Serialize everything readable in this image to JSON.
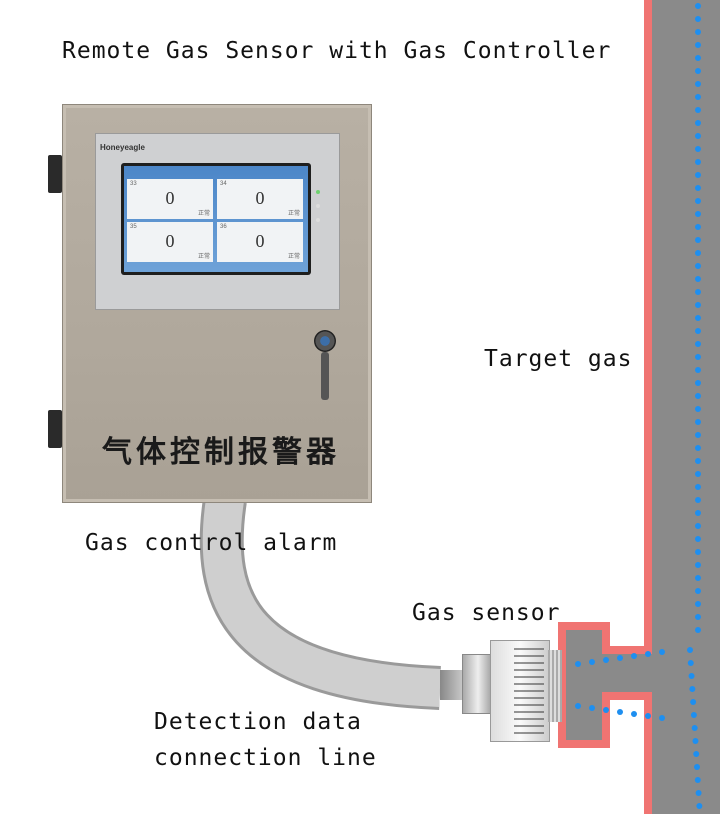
{
  "title": "Remote Gas Sensor with Gas Controller",
  "labels": {
    "target_gas": "Target gas",
    "gas_control_alarm": "Gas control alarm",
    "gas_sensor": "Gas sensor",
    "connection_line_1": "Detection data",
    "connection_line_2": "connection line"
  },
  "controller": {
    "brand": "Honeyeagle",
    "cabinet_text": "气体控制报警器",
    "readings": [
      {
        "tag": "33",
        "value": "0",
        "status": "正常"
      },
      {
        "tag": "34",
        "value": "0",
        "status": "正常"
      },
      {
        "tag": "35",
        "value": "0",
        "status": "正常"
      },
      {
        "tag": "36",
        "value": "0",
        "status": "正常"
      }
    ]
  },
  "colors": {
    "pipe_wall": "#f07472",
    "pipe_interior": "#8a8a8a",
    "gas_dots": "#1e8ff0",
    "cable": "#c8c8c8"
  }
}
